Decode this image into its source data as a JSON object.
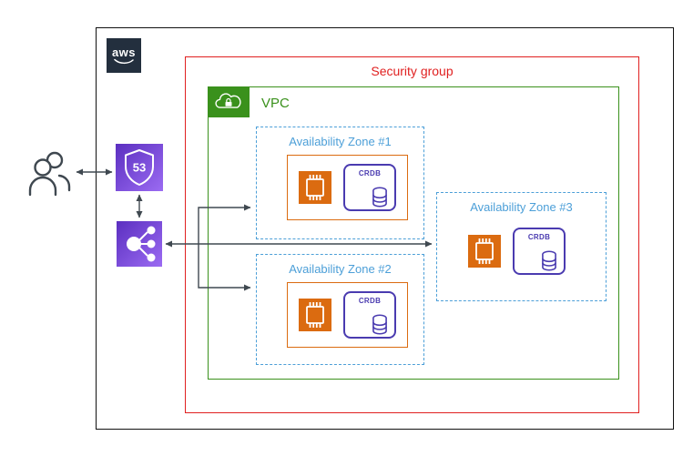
{
  "colors": {
    "red": "#E02020",
    "green": "#3A911C",
    "blue": "#4C9FD8",
    "orange": "#DB6B10",
    "indigo": "#4A3BB0",
    "navy": "#232F3E",
    "line": "#3F4850",
    "purple_dark": "#5B2FC0",
    "purple_light": "#9B6BF2"
  },
  "aws_logo": {
    "text": "aws"
  },
  "security_group": {
    "label": "Security group"
  },
  "vpc": {
    "label": "VPC"
  },
  "zones": [
    {
      "label": "Availability Zone #1"
    },
    {
      "label": "Availability Zone #2"
    },
    {
      "label": "Availability Zone #3"
    }
  ],
  "node": {
    "db_label": "CRDB"
  },
  "route53": {
    "label": "53"
  },
  "icons": {
    "users": "users-icon",
    "dns": "route53-shield-icon",
    "load_balancer": "elastic-load-balancer-icon",
    "vpc": "vpc-cloud-lock-icon",
    "compute": "ec2-instance-icon",
    "database": "crdb-database-icon",
    "logo": "aws-logo"
  }
}
